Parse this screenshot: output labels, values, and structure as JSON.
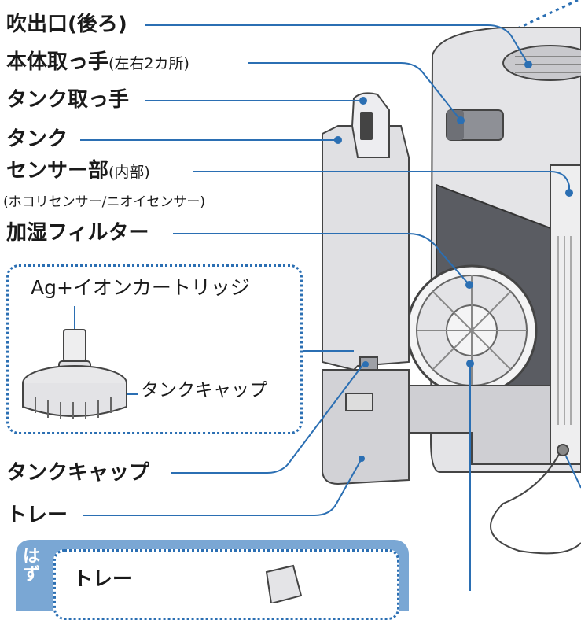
{
  "labels": {
    "outlet": "吹出口(後ろ)",
    "handle_main": "本体取っ手",
    "handle_sub": "(左右2カ所)",
    "tank_handle": "タンク取っ手",
    "tank": "タンク",
    "sensor_main": "センサー部",
    "sensor_sub": "(内部)",
    "sensor_note": "(ホコリセンサー/ニオイセンサー)",
    "humidify_filter": "加湿フィルター",
    "ag_cartridge": "Ag+イオンカートリッジ",
    "inset_tank_cap": "タンクキャップ",
    "tank_cap": "タンクキャップ",
    "tray": "トレー"
  },
  "removal": {
    "tag": "はず",
    "tray_label": "トレー"
  },
  "colors": {
    "leader": "#2b6fb3",
    "body_gray": "#d9d9dc",
    "body_dark": "#9ea0a6",
    "accent_blue": "#7aa7d4"
  }
}
